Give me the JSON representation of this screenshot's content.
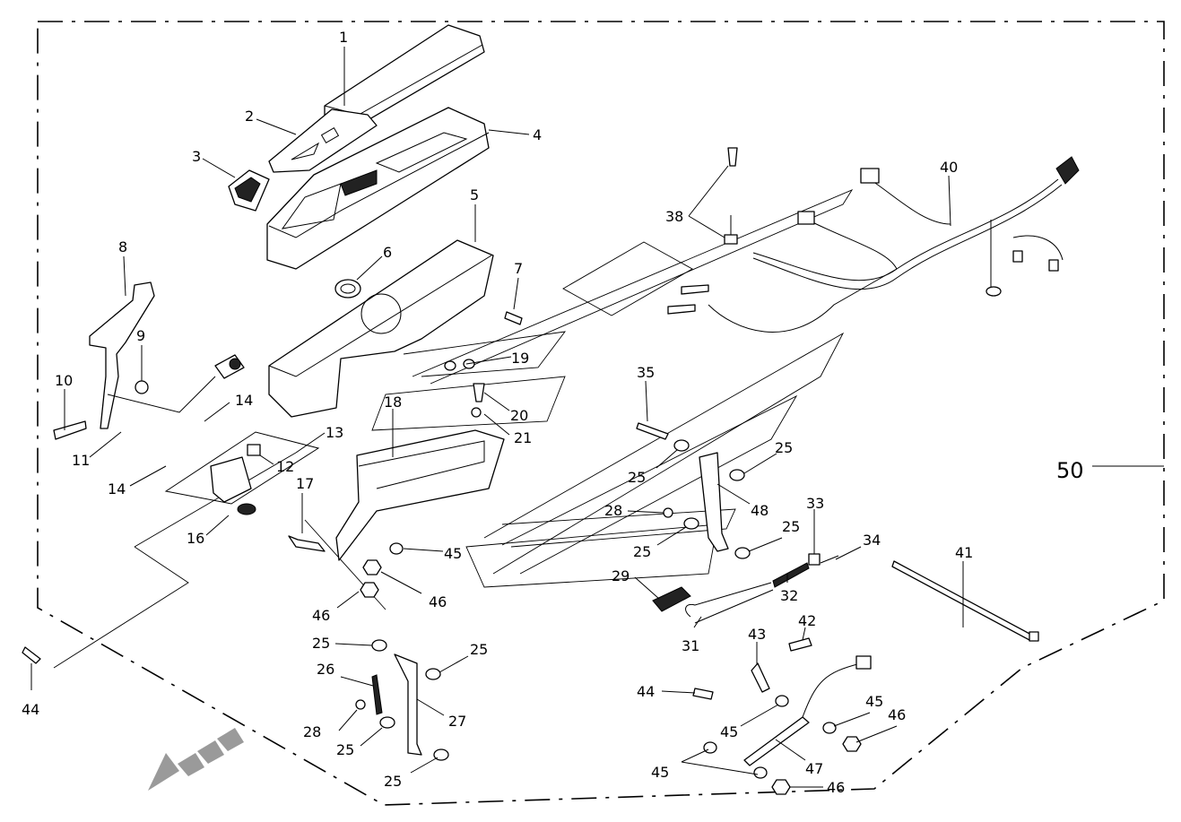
{
  "assembly_label": "50",
  "callouts": {
    "c1": "1",
    "c2": "2",
    "c3": "3",
    "c4": "4",
    "c5": "5",
    "c6": "6",
    "c7": "7",
    "c8": "8",
    "c9": "9",
    "c10": "10",
    "c11": "11",
    "c12": "12",
    "c13": "13",
    "c14a": "14",
    "c14b": "14",
    "c16": "16",
    "c17": "17",
    "c18": "18",
    "c19": "19",
    "c20": "20",
    "c21": "21",
    "c25a": "25",
    "c25b": "25",
    "c25c": "25",
    "c25d": "25",
    "c25e": "25",
    "c25f": "25",
    "c25g": "25",
    "c25h": "25",
    "c26": "26",
    "c27": "27",
    "c28a": "28",
    "c28b": "28",
    "c29": "29",
    "c31": "31",
    "c32": "32",
    "c33": "33",
    "c34": "34",
    "c35": "35",
    "c38": "38",
    "c40": "40",
    "c41": "41",
    "c42": "42",
    "c43": "43",
    "c44a": "44",
    "c44b": "44",
    "c45a": "45",
    "c45b": "45",
    "c45c": "45",
    "c45d": "45",
    "c46a": "46",
    "c46b": "46",
    "c46c": "46",
    "c46d": "46",
    "c47": "47",
    "c48": "48"
  }
}
